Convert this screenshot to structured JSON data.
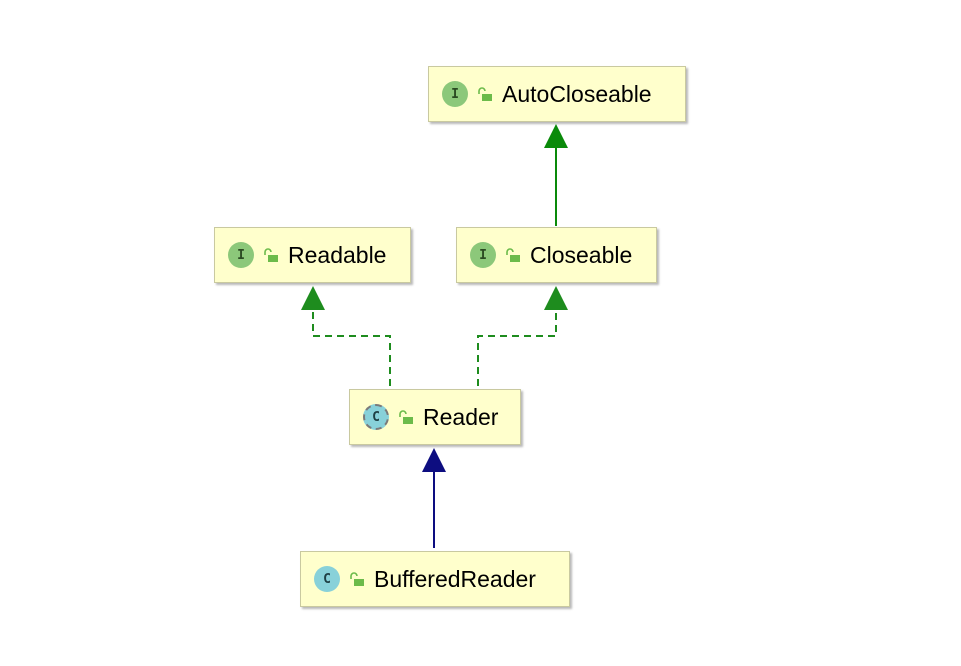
{
  "diagram": {
    "colors": {
      "node_fill": "#ffffcc",
      "interface_badge": "#8cc87a",
      "class_badge": "#88d1d9",
      "implements_edge": "#1e8c1e",
      "interface_extends_edge": "#0a8a0a",
      "class_extends_edge": "#0d0d80",
      "access_icon": "#6cbb4a"
    },
    "nodes": {
      "auto_closeable": {
        "label": "AutoCloseable",
        "kind_letter": "I",
        "kind": "interface",
        "icon": "unlocked-padlock-icon"
      },
      "readable": {
        "label": "Readable",
        "kind_letter": "I",
        "kind": "interface",
        "icon": "unlocked-padlock-icon"
      },
      "closeable": {
        "label": "Closeable",
        "kind_letter": "I",
        "kind": "interface",
        "icon": "unlocked-padlock-icon"
      },
      "reader": {
        "label": "Reader",
        "kind_letter": "C",
        "kind": "abstract class",
        "icon": "unlocked-padlock-icon"
      },
      "buffered_reader": {
        "label": "BufferedReader",
        "kind_letter": "C",
        "kind": "class",
        "icon": "unlocked-padlock-icon"
      }
    },
    "edges": [
      {
        "from": "closeable",
        "to": "auto_closeable",
        "style": "solid",
        "color": "#0a8a0a"
      },
      {
        "from": "reader",
        "to": "readable",
        "style": "dashed",
        "color": "#1e8c1e"
      },
      {
        "from": "reader",
        "to": "closeable",
        "style": "dashed",
        "color": "#1e8c1e"
      },
      {
        "from": "buffered_reader",
        "to": "reader",
        "style": "solid",
        "color": "#0d0d80"
      }
    ]
  }
}
